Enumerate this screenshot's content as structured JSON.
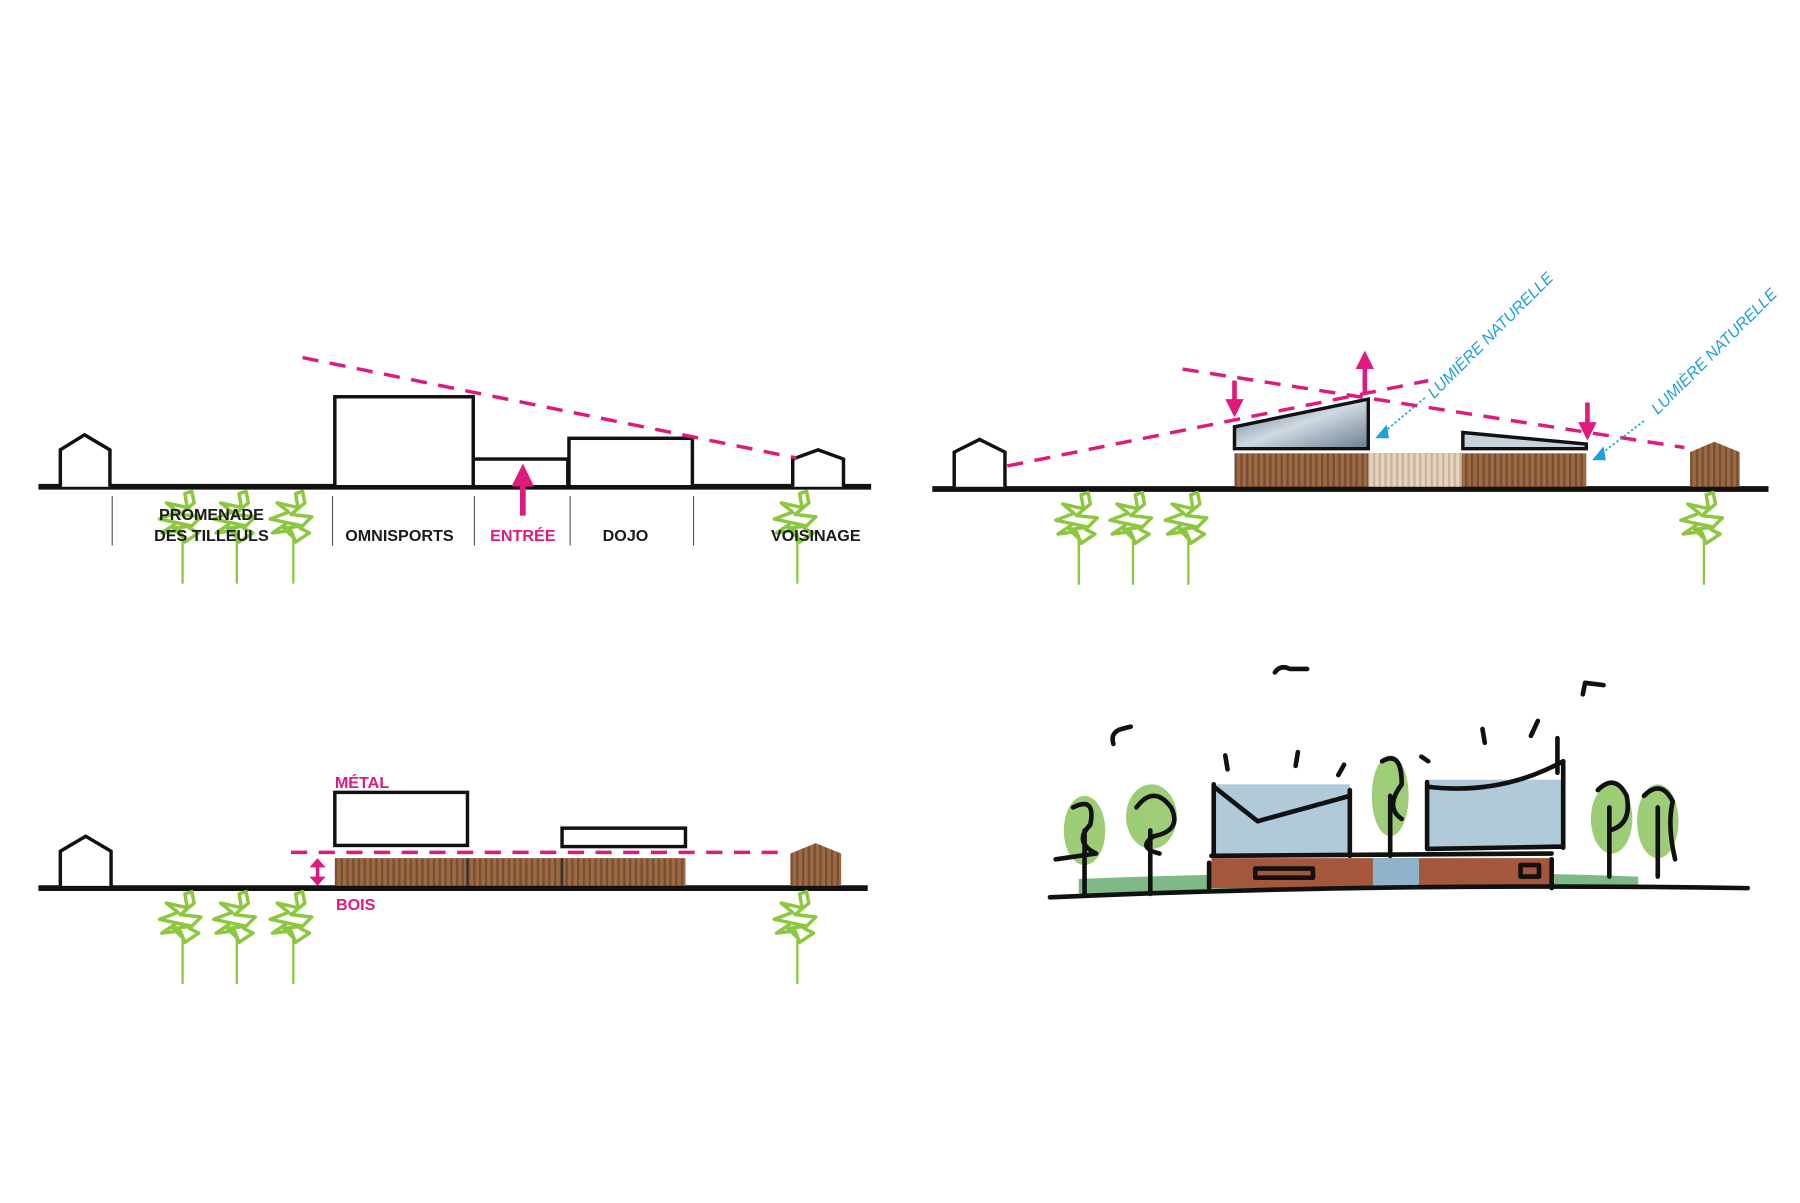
{
  "colors": {
    "accent": "#e0197d",
    "light": "#1ea0dc",
    "tree": "#8dc63f",
    "wood": "#9a6a45"
  },
  "panel1": {
    "labels": {
      "promenade_line1": "PROMENADE",
      "promenade_line2": "DES TILLEULS",
      "omnisports": "OMNISPORTS",
      "entree": "ENTRÉE",
      "dojo": "DOJO",
      "voisinage": "VOISINAGE"
    }
  },
  "panel2": {
    "light_label_1": "LUMIÈRE NATURELLE",
    "light_label_2": "LUMIÈRE NATURELLE"
  },
  "panel3": {
    "metal_label": "MÉTAL",
    "wood_label": "BOIS"
  }
}
